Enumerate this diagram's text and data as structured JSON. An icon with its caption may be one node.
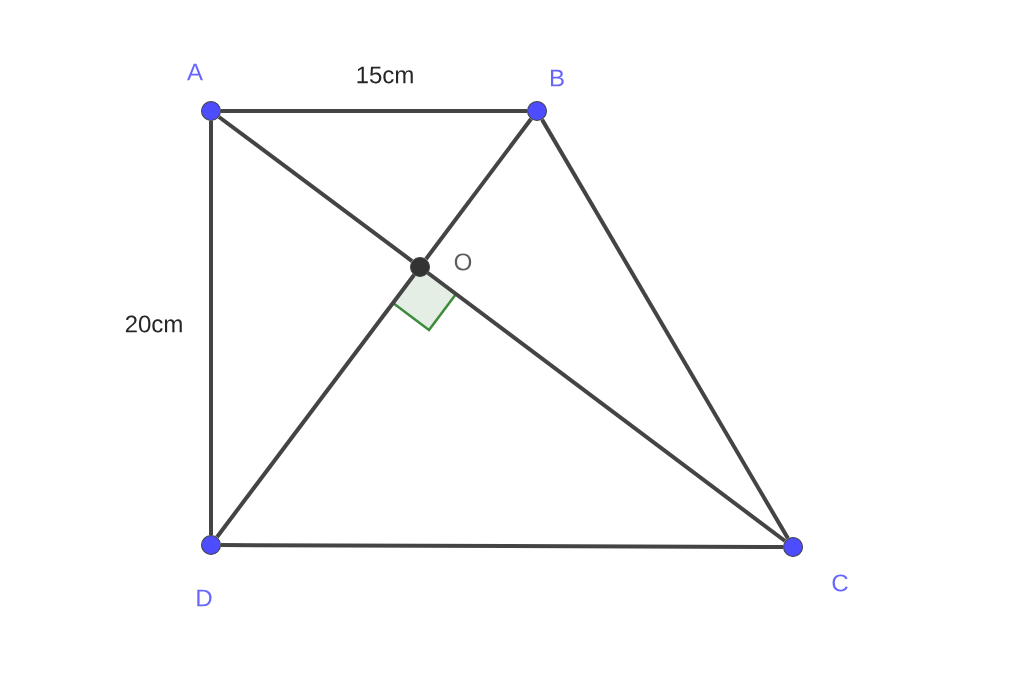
{
  "diagram": {
    "nodes": [
      {
        "text": [],
        "shape": "circle",
        "beside": [
          "A"
        ]
      },
      {
        "text": [],
        "shape": "circle",
        "beside": [
          "B"
        ]
      },
      {
        "text": [],
        "shape": "circle",
        "beside": [
          "C"
        ]
      },
      {
        "text": [],
        "shape": "circle",
        "beside": [
          "D"
        ]
      },
      {
        "text": [],
        "shape": "circle",
        "beside": [
          "O"
        ]
      }
    ],
    "edges": [
      {
        "from": 0,
        "to": 1,
        "arrow": "none",
        "label": "15cm"
      },
      {
        "from": 1,
        "to": 2,
        "arrow": "none"
      },
      {
        "from": 2,
        "to": 3,
        "arrow": "none"
      },
      {
        "from": 3,
        "to": 0,
        "arrow": "none",
        "label": "20cm"
      },
      {
        "from": 0,
        "to": 4,
        "arrow": "none"
      },
      {
        "from": 4,
        "to": 2,
        "arrow": "none"
      },
      {
        "from": 1,
        "to": 4,
        "arrow": "none"
      },
      {
        "from": 4,
        "to": 3,
        "arrow": "none"
      }
    ]
  }
}
